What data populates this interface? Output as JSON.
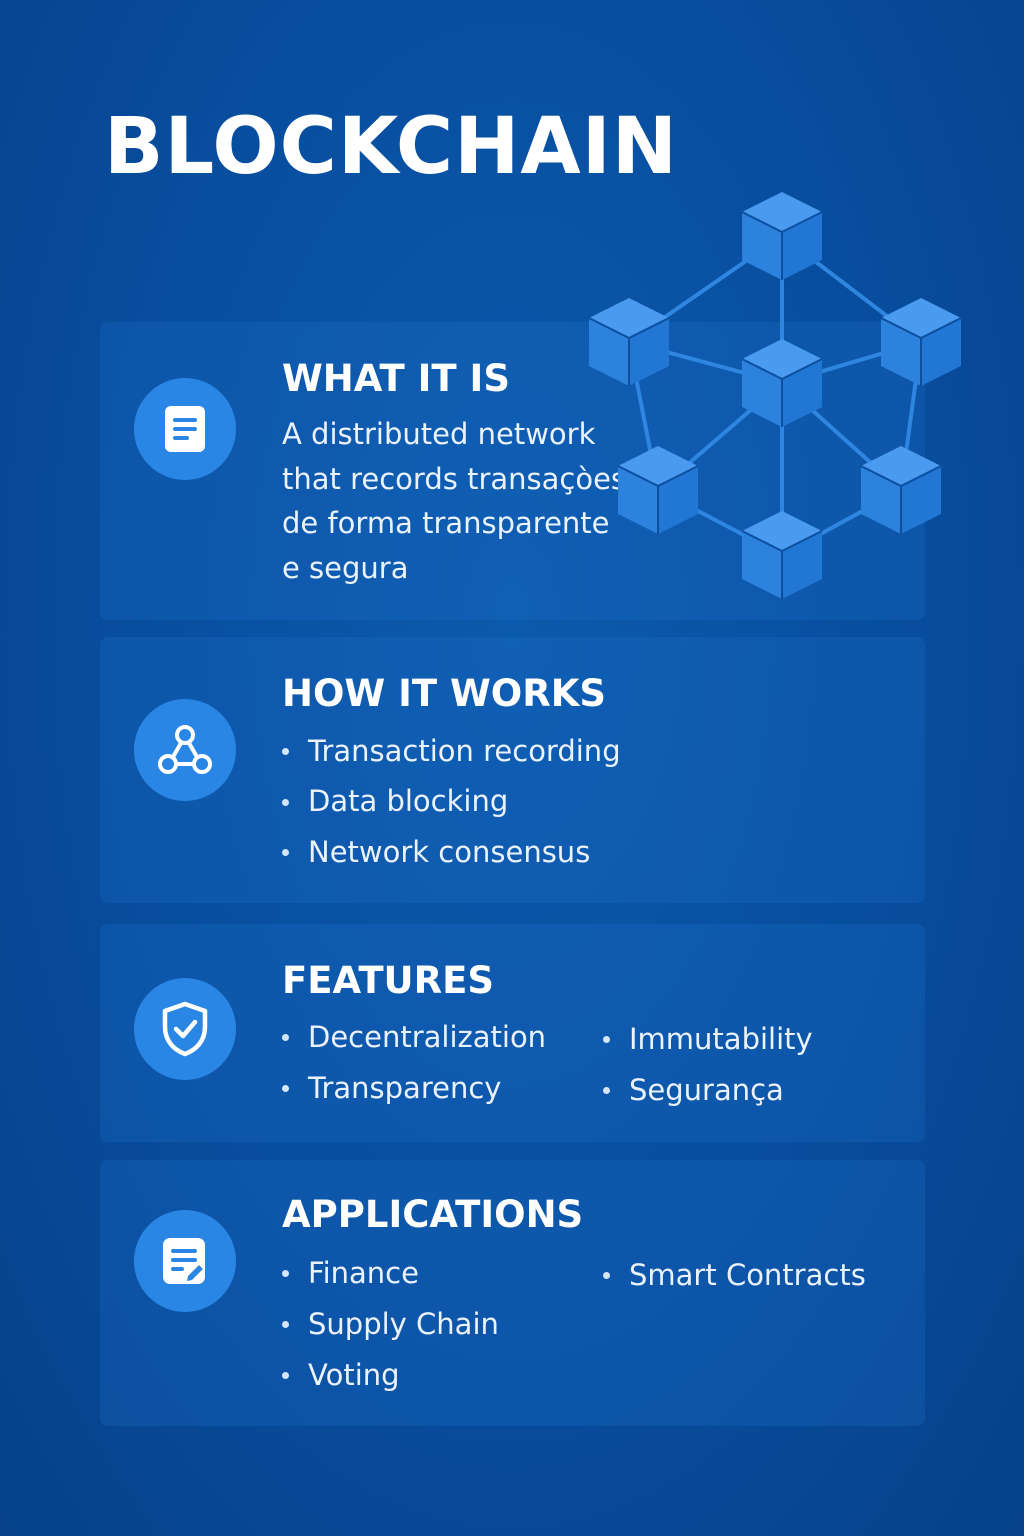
{
  "title": "BLOCKCHAIN",
  "colors": {
    "background": "#084d9e",
    "card": "#0f5aae",
    "icon_circle": "#2a86e4",
    "cube": "#2f86e0",
    "text": "#ffffff"
  },
  "sections": {
    "what": {
      "heading": "WHAT IT IS",
      "icon": "document-icon",
      "description_lines": [
        "A distributed network",
        "that records transaçòes",
        "de forma transparente",
        "e segura"
      ]
    },
    "how": {
      "heading": "HOW IT WORKS",
      "icon": "network-nodes-icon",
      "items": [
        "Transaction recording",
        "Data blocking",
        "Network consensus"
      ]
    },
    "features": {
      "heading": "FEATURES",
      "icon": "shield-check-icon",
      "col1": [
        "Decentralization",
        "Transparency"
      ],
      "col2": [
        "Immutability",
        "Segurança"
      ]
    },
    "applications": {
      "heading": "APPLICATIONS",
      "icon": "edit-document-icon",
      "col1": [
        "Finance",
        "Supply Chain",
        "Voting"
      ],
      "col2": [
        "Smart Contracts"
      ]
    }
  },
  "illustration": {
    "icon": "blockchain-network-icon"
  }
}
